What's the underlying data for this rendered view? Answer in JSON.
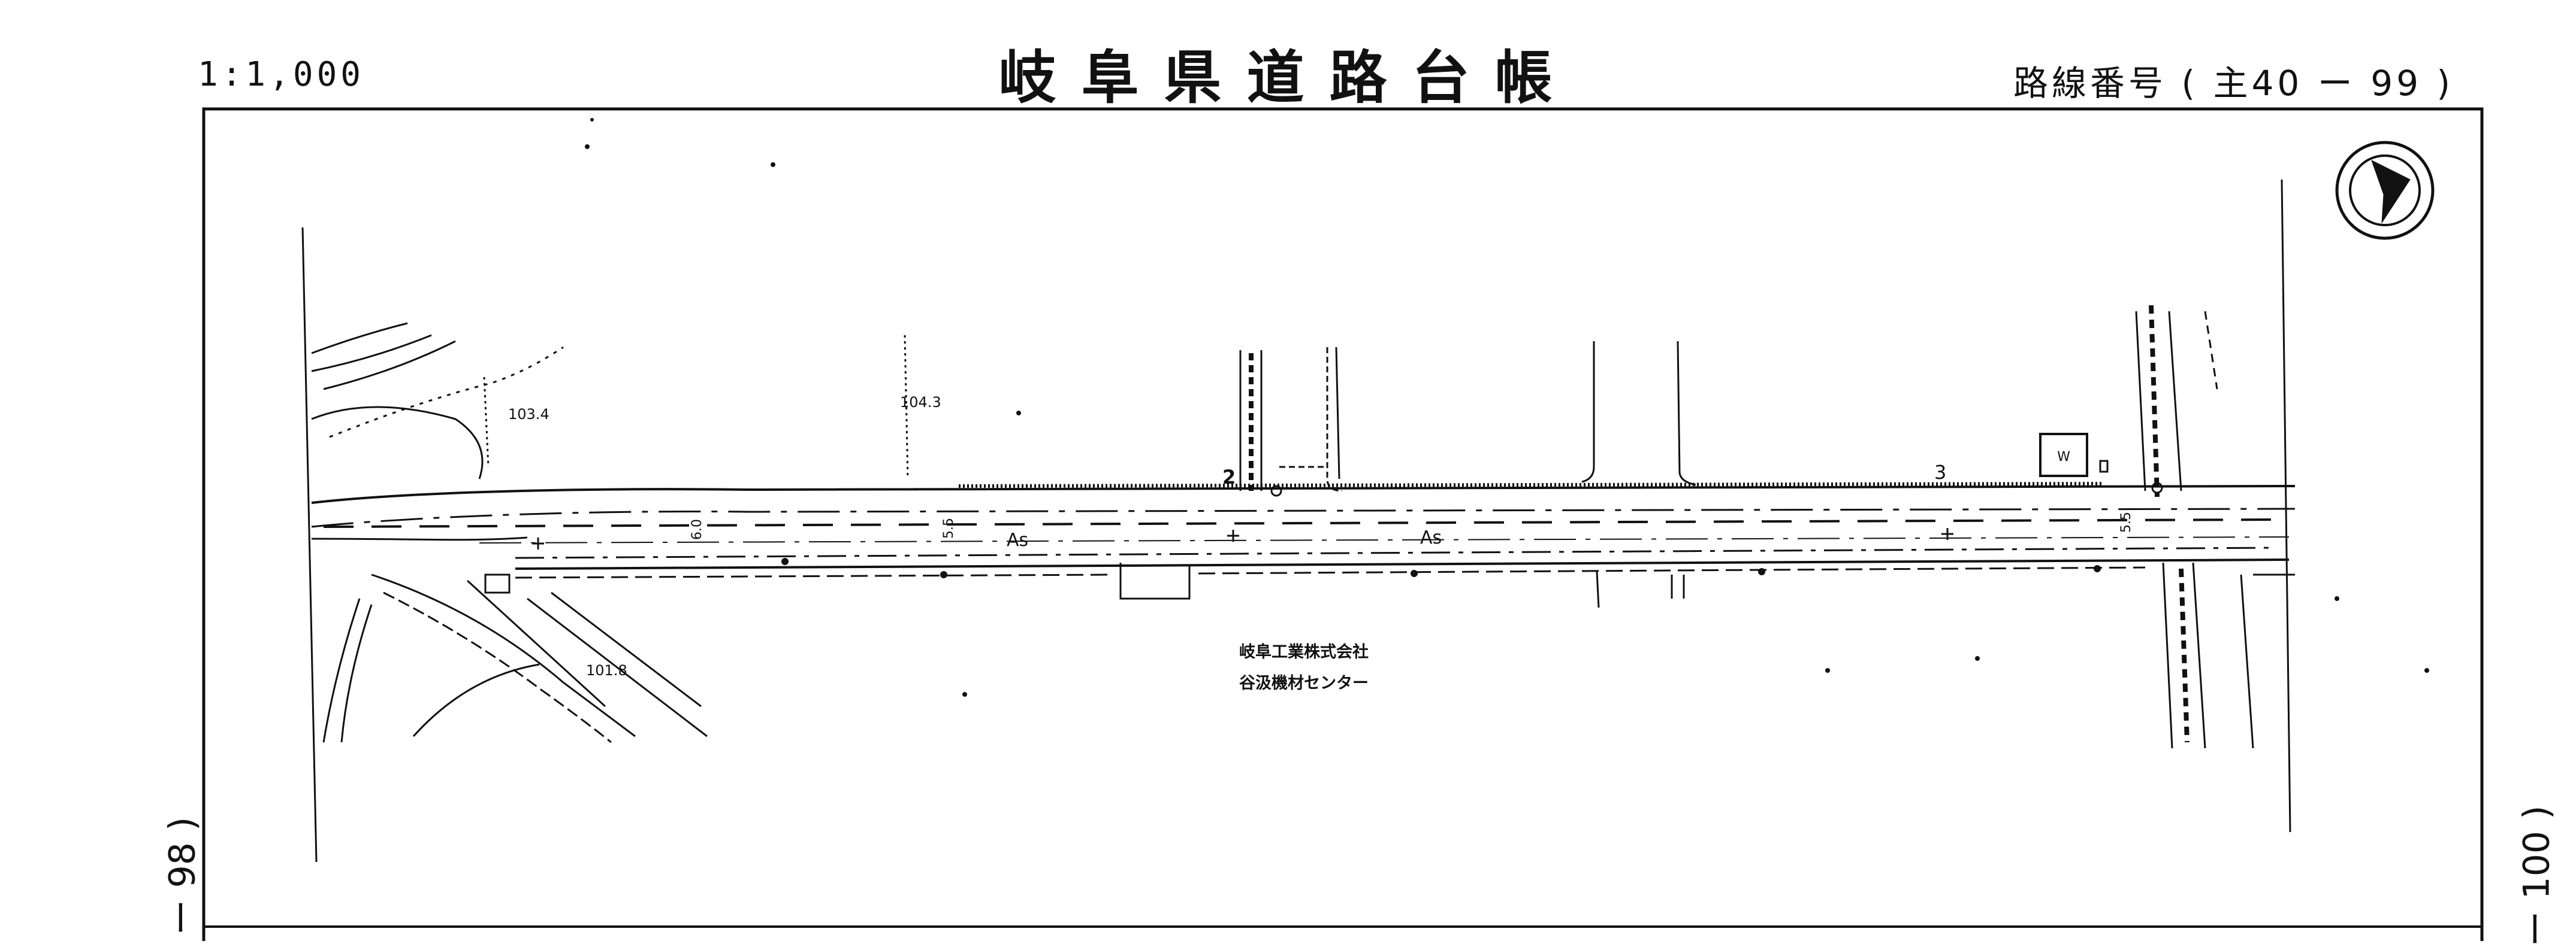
{
  "header": {
    "scale": "1:1,000",
    "title": "岐阜県道路台帳",
    "route_label": "路線番号",
    "route_number": "( 主40 ー 99 )"
  },
  "sheet_links": {
    "left": "ー 98 )",
    "right": "ー 100 )"
  },
  "map": {
    "surface_labels": [
      "As",
      "As"
    ],
    "spot_heights": [
      "103.4",
      "104.3",
      "101.8"
    ],
    "widths": [
      "6.0",
      "5.5",
      "5.5"
    ],
    "markers": [
      "2",
      "3"
    ],
    "facility_box": "W",
    "facility_name_line1": "岐阜工業株式会社",
    "facility_name_line2": "谷汲機材センター",
    "north_arrow": "north-arrow-icon"
  }
}
